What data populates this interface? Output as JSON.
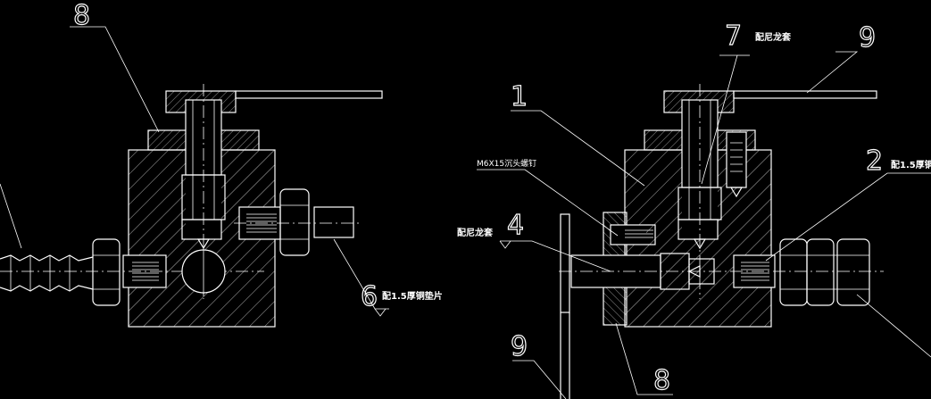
{
  "colors": {
    "background": "#000000",
    "lines": "#ffffff"
  },
  "left_view": {
    "callout_8": "8",
    "callout_6": "6",
    "note_6": "配1.5厚铜垫片"
  },
  "right_view": {
    "callout_7": "7",
    "note_7": "配尼龙套",
    "callout_9_top": "9",
    "callout_1": "1",
    "callout_2": "2",
    "note_2": "配1.5厚铜",
    "note_screw": "M6X15沉头螺钉",
    "callout_4": "4",
    "note_4": "配尼龙套",
    "callout_9_bottom": "9",
    "callout_8": "8"
  }
}
